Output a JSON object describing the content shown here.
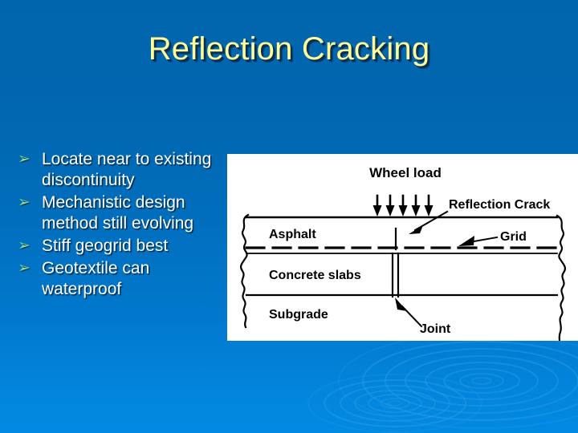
{
  "slide": {
    "title": "Reflection Cracking",
    "background": {
      "top_color": "#0165AC",
      "bottom_color": "#0289E2",
      "ripple_color": "#2E9BE0"
    },
    "title_color": "#FFFF99",
    "title_shadow_color": "#0B2E4F",
    "body_text_color": "#FFFFFF",
    "bullet_marker_color": "#8FD98F"
  },
  "bullets": {
    "marker": "➢",
    "items": [
      "Locate near to existing discontinuity",
      "Mechanistic design method still evolving",
      "Stiff geogrid best",
      "Geotextile can waterproof"
    ]
  },
  "diagram": {
    "background": "#FFFFFF",
    "line_color": "#000000",
    "labels": {
      "wheel_load": "Wheel load",
      "reflection_crack": "Reflection  Crack",
      "grid": "Grid",
      "asphalt": "Asphalt",
      "concrete_slabs": "Concrete slabs",
      "subgrade": "Subgrade",
      "joint": "Joint"
    },
    "wheel_load_arrow_count": 5,
    "layers": [
      "Asphalt",
      "Concrete slabs",
      "Subgrade"
    ]
  }
}
